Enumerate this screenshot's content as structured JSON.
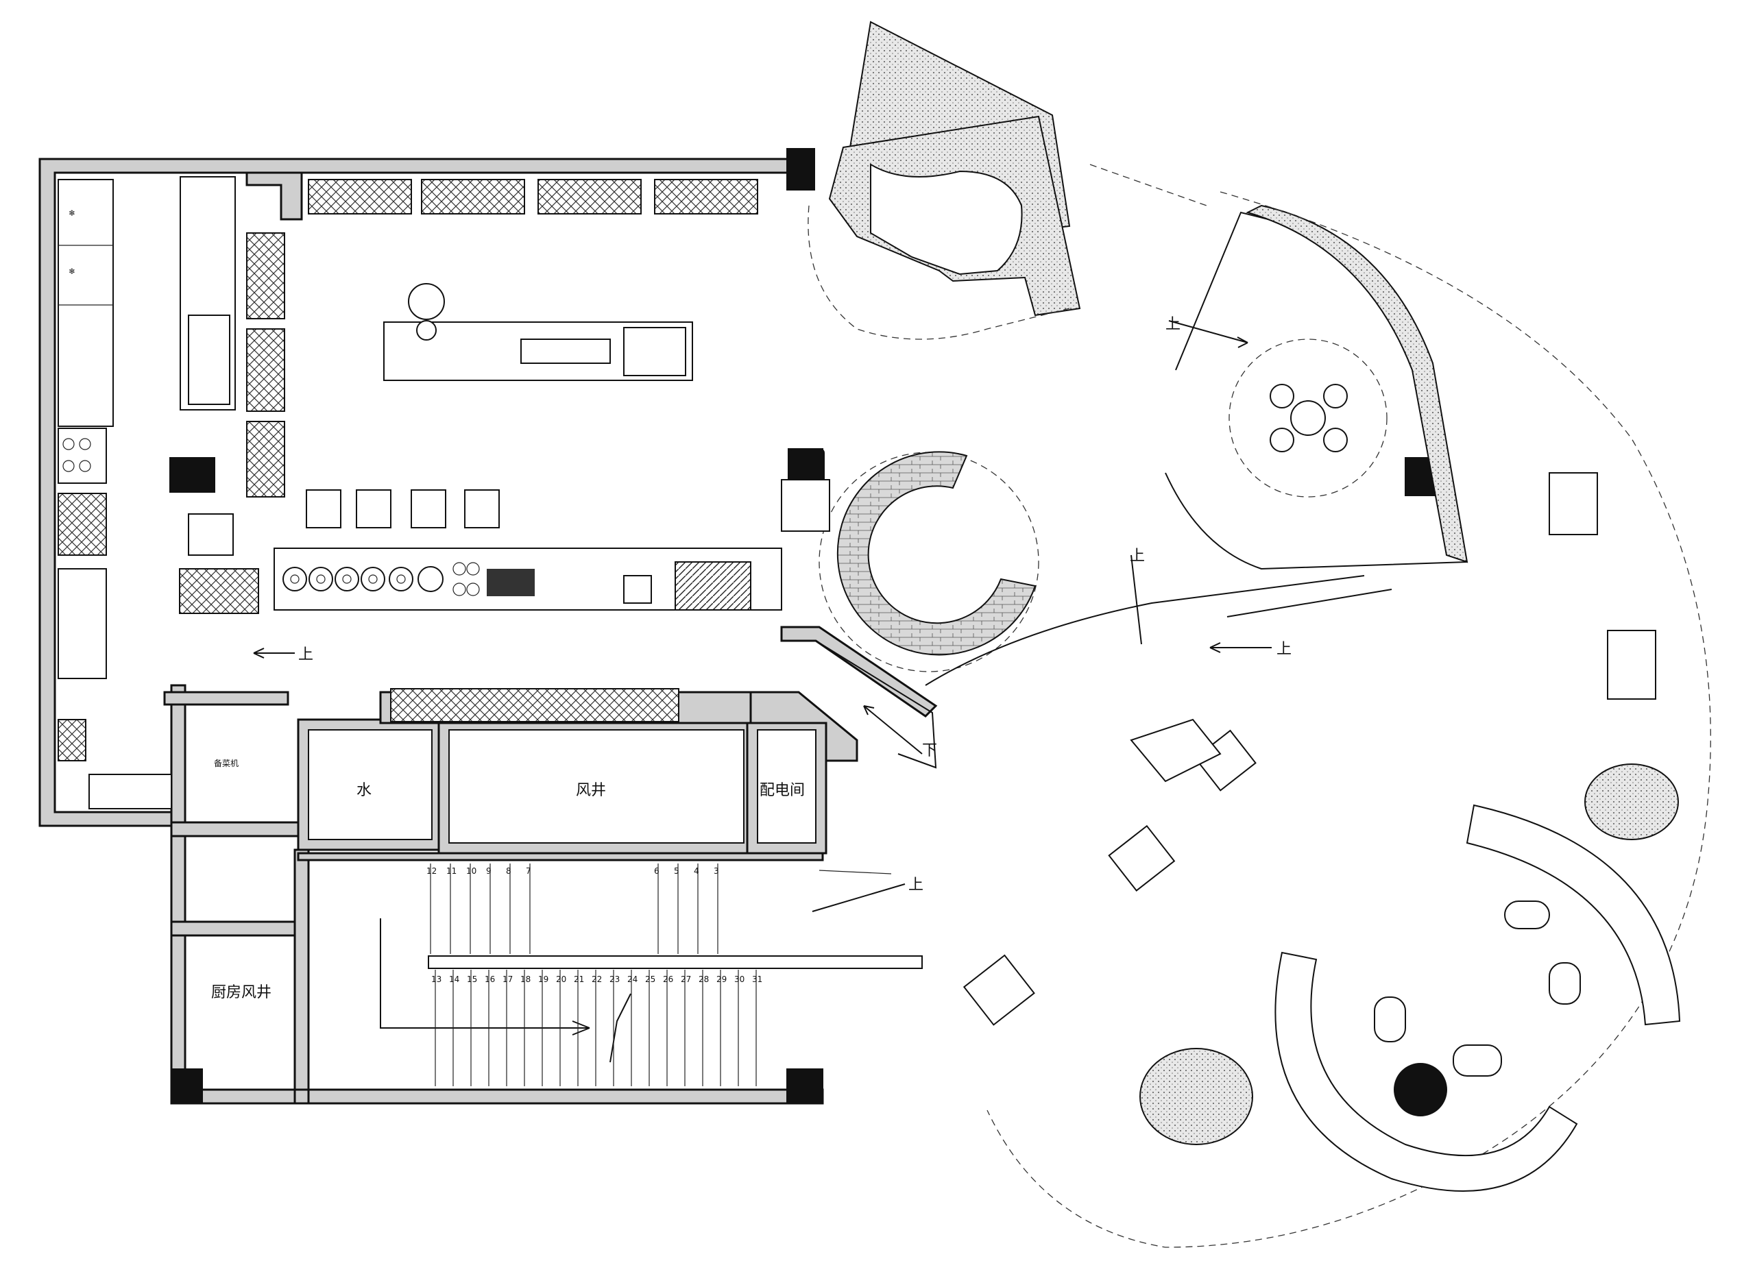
{
  "rooms": {
    "water": "水",
    "shaft": "风井",
    "power": "配电间",
    "kitchen_shaft": "厨房风井",
    "machine": "备菜机"
  },
  "level_marks": {
    "up": "上",
    "down": "下"
  },
  "stair_numbers_top": [
    "12",
    "11",
    "10",
    "9",
    "8",
    "7",
    "6",
    "5",
    "4",
    "3"
  ],
  "stair_numbers_bottom": [
    "13",
    "14",
    "15",
    "16",
    "17",
    "18",
    "19",
    "20",
    "21",
    "22",
    "23",
    "24",
    "25",
    "26",
    "27",
    "28",
    "29",
    "30",
    "31"
  ]
}
